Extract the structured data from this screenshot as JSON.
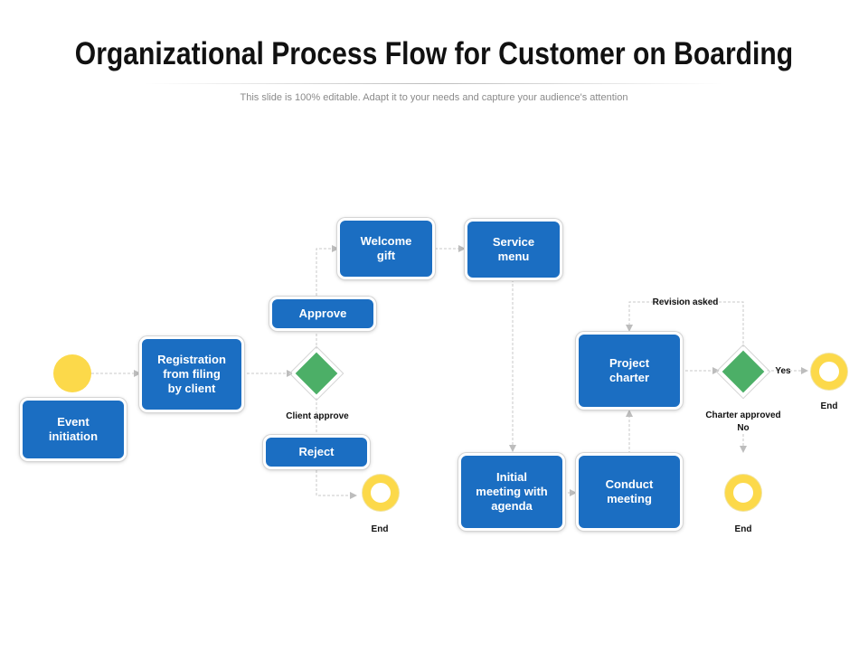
{
  "title": "Organizational Process Flow for Customer on Boarding",
  "subtitle": "This slide is 100% editable. Adapt it to your needs and capture your audience's attention",
  "colors": {
    "box": "#1b6ec2",
    "decision": "#4caf67",
    "event": "#fcd94a",
    "connector": "#c8c8c8"
  },
  "nodes": {
    "event_initiation": "Event\ninitiation",
    "registration": "Registration\nfrom filing\nby client",
    "approve": "Approve",
    "reject": "Reject",
    "welcome_gift": "Welcome\ngift",
    "service_menu": "Service\nmenu",
    "initial_meeting": "Initial\nmeeting with\nagenda",
    "conduct_meeting": "Conduct\nmeeting",
    "project_charter": "Project\ncharter"
  },
  "labels": {
    "client_approve": "Client approve",
    "revision_asked": "Revision asked",
    "yes": "Yes",
    "charter_approved": "Charter approved\nNo",
    "end_reject": "End",
    "end_yes": "End",
    "end_no": "End"
  }
}
